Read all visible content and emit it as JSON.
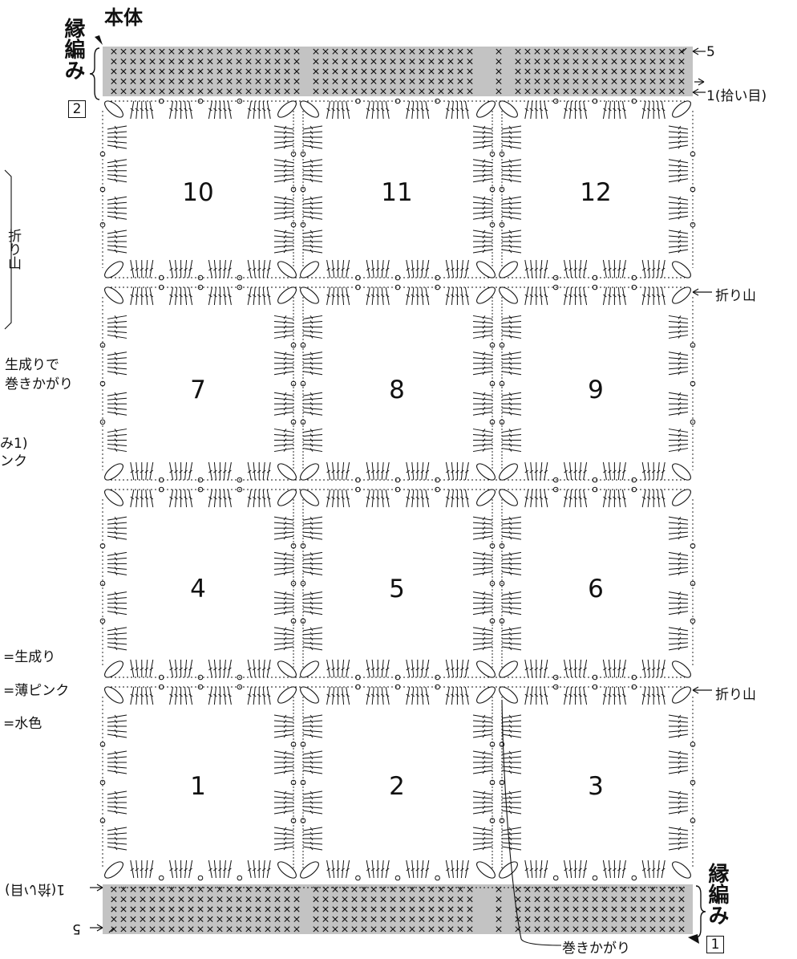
{
  "title": "本体",
  "edging_label": "縁編み",
  "edging_top_number": "2",
  "edging_bottom_number": "1",
  "row_end_label": "5",
  "row_start_label": "1(拾い目)",
  "row_start_label_flipped": "1(拾い目)",
  "row_end_label_flipped": "5",
  "fold_label": "折り山",
  "fold_label_vertical": "折り山",
  "whipstitch_label": "巻きかがり",
  "whipstitch_note_line1": "生成りで",
  "whipstitch_note_line2": "巻きかがり",
  "cut_label_line1": "み1)",
  "cut_label_line2": "ンク",
  "legend": [
    {
      "label": "=生成り"
    },
    {
      "label": "=薄ピンク"
    },
    {
      "label": "=水色"
    }
  ],
  "motifs": [
    "10",
    "11",
    "12",
    "7",
    "8",
    "9",
    "4",
    "5",
    "6",
    "1",
    "2",
    "3"
  ],
  "colors": {
    "band": "#c3c3c3",
    "ink": "#111111"
  }
}
